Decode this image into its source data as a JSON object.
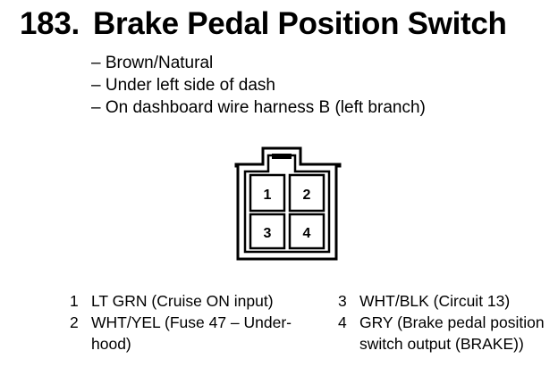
{
  "header": {
    "number": "183.",
    "title": "Brake Pedal Position Switch"
  },
  "details": [
    "– Brown/Natural",
    "– Under left side of dash",
    "– On dashboard wire harness B (left branch)"
  ],
  "connector": {
    "pins": [
      "1",
      "2",
      "3",
      "4"
    ]
  },
  "pin_descriptions": {
    "left": [
      {
        "num": "1",
        "text": "LT GRN (Cruise ON input)"
      },
      {
        "num": "2",
        "text": "WHT/YEL (Fuse 47 – Under-hood)"
      }
    ],
    "right": [
      {
        "num": "3",
        "text": "WHT/BLK (Circuit 13)"
      },
      {
        "num": "4",
        "text": "GRY (Brake pedal position switch output (BRAKE))"
      }
    ]
  }
}
